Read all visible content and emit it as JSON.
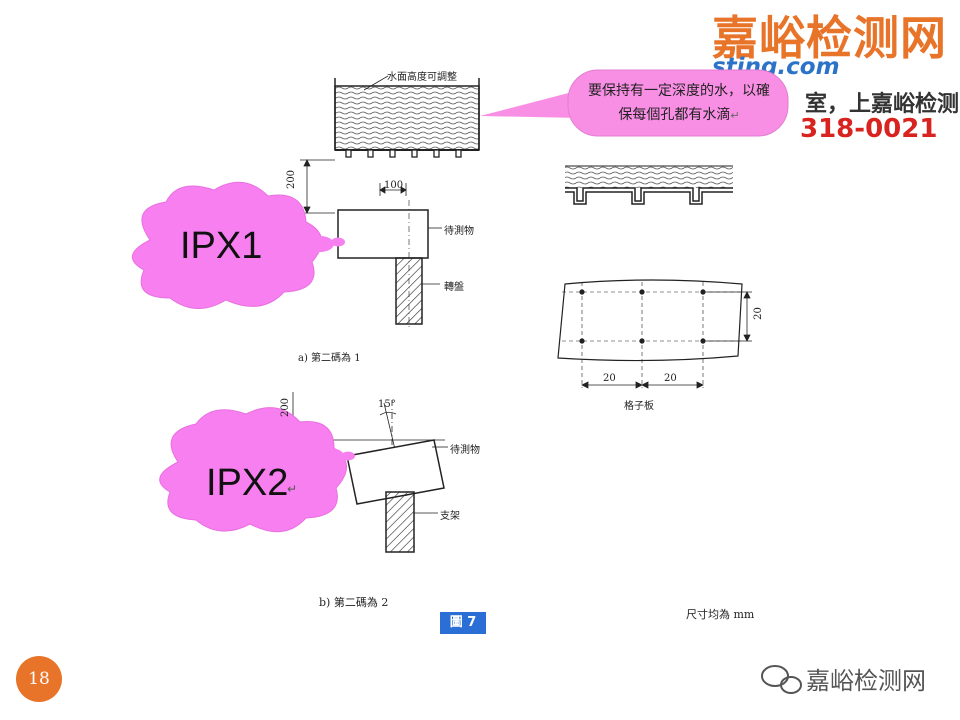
{
  "header": {
    "brand": "嘉峪检测网",
    "site": "sting.com",
    "lab_text": "室，上嘉峪检测网",
    "phone": "318-0021"
  },
  "callout": {
    "line1": "要保持有一定深度的水，以確",
    "line2": "保每個孔都有水滴",
    "mark": "↵"
  },
  "clouds": {
    "ipx1": "IPX1",
    "ipx2": "IPX2",
    "mark": "↵"
  },
  "diagram_a": {
    "water_label": "水面高度可調整",
    "dim_200": "200",
    "dim_100": "100",
    "specimen_label": "待測物",
    "turntable_label": "轉盤",
    "caption": "a) 第二碼為 1"
  },
  "diagram_b": {
    "dim_200": "200",
    "angle": "15°",
    "specimen_label": "待測物",
    "support_label": "支架",
    "caption": "b) 第二碼為 2"
  },
  "diagram_grid": {
    "dim_20_right": "20",
    "dim_20_a": "20",
    "dim_20_b": "20",
    "caption": "格子板"
  },
  "figure_label": "圖 7",
  "unit_note": "尺寸均為 mm",
  "page_number": "18",
  "watermark": "嘉峪检测网",
  "colors": {
    "brand_orange": "#e8742a",
    "site_blue": "#2a73c9",
    "phone_red": "#d8231f",
    "cloud_pink": "#f77ff0",
    "figure_box": "#2b6fd6"
  }
}
